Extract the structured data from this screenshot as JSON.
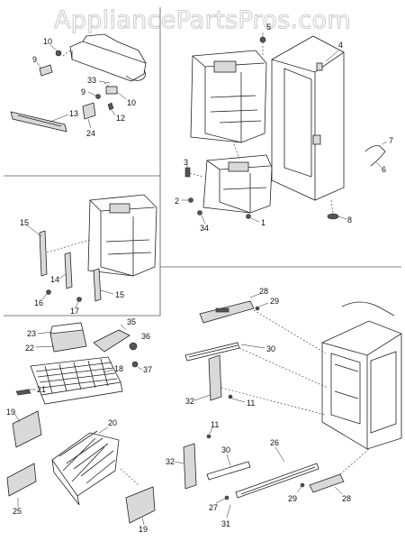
{
  "watermark": "AppliancePartsPros.com",
  "labels": {
    "p4": "4",
    "p5": "5",
    "p7": "7",
    "p6": "6",
    "p3": "3",
    "p2": "2",
    "p34": "34",
    "p1": "1",
    "p8": "8",
    "p10a": "10",
    "p9a": "9",
    "p33": "33",
    "p9b": "9",
    "p10b": "10",
    "p12": "12",
    "p13": "13",
    "p24": "24",
    "p15a": "15",
    "p14": "14",
    "p16": "16",
    "p17": "17",
    "p15b": "15",
    "p23": "23",
    "p22": "22",
    "p35": "35",
    "p36": "36",
    "p18": "18",
    "p37": "37",
    "p21": "21",
    "p19a": "19",
    "p20": "20",
    "p25": "25",
    "p19b": "19",
    "p28a": "28",
    "p29a": "29",
    "p30a": "30",
    "p32a": "32",
    "p11a": "11",
    "p11b": "11",
    "p32b": "32",
    "p30b": "30",
    "p26": "26",
    "p27": "27",
    "p29b": "29",
    "p28b": "28",
    "p31": "31"
  }
}
